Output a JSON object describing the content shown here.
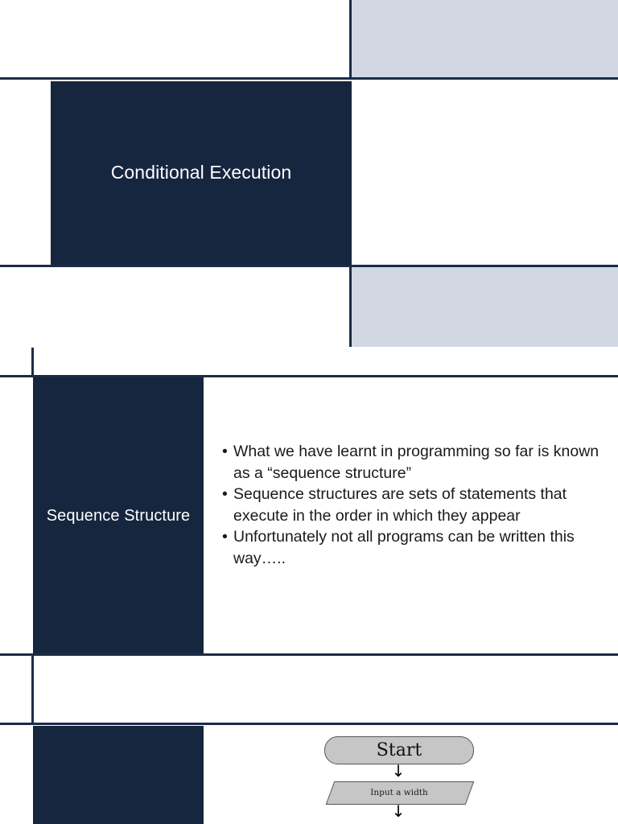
{
  "document": {
    "type": "presentation-slide-deck",
    "theme": {
      "navy": "#16263f",
      "accent_light": "#d1d8e4",
      "rule": "#1b2c47",
      "page_background": "#ffffff",
      "title_text_color": "#ffffff",
      "body_text_color": "#1a1a1a"
    }
  },
  "slides": [
    {
      "id": "slide-1",
      "title": "Conditional Execution",
      "accent_blocks": [
        "top-right-accent",
        "bottom-right-accent"
      ]
    },
    {
      "id": "slide-2",
      "title": "Sequence Structure",
      "bullets": [
        "What we have learnt in programming so far is known as a “sequence structure”",
        "Sequence structures are sets of statements that execute in the order in which they appear",
        "Unfortunately not all programs can be written this way….."
      ]
    },
    {
      "id": "slide-3",
      "title": "",
      "flowchart": {
        "nodes": [
          {
            "id": "start",
            "shape": "terminator",
            "label": "Start"
          },
          {
            "id": "input-width",
            "shape": "parallelogram",
            "label": "Input a width"
          }
        ],
        "connectors": [
          {
            "from": "start",
            "to": "input-width",
            "glyph": "↓"
          },
          {
            "from": "input-width",
            "to": "next",
            "glyph": "↓"
          }
        ]
      }
    }
  ]
}
